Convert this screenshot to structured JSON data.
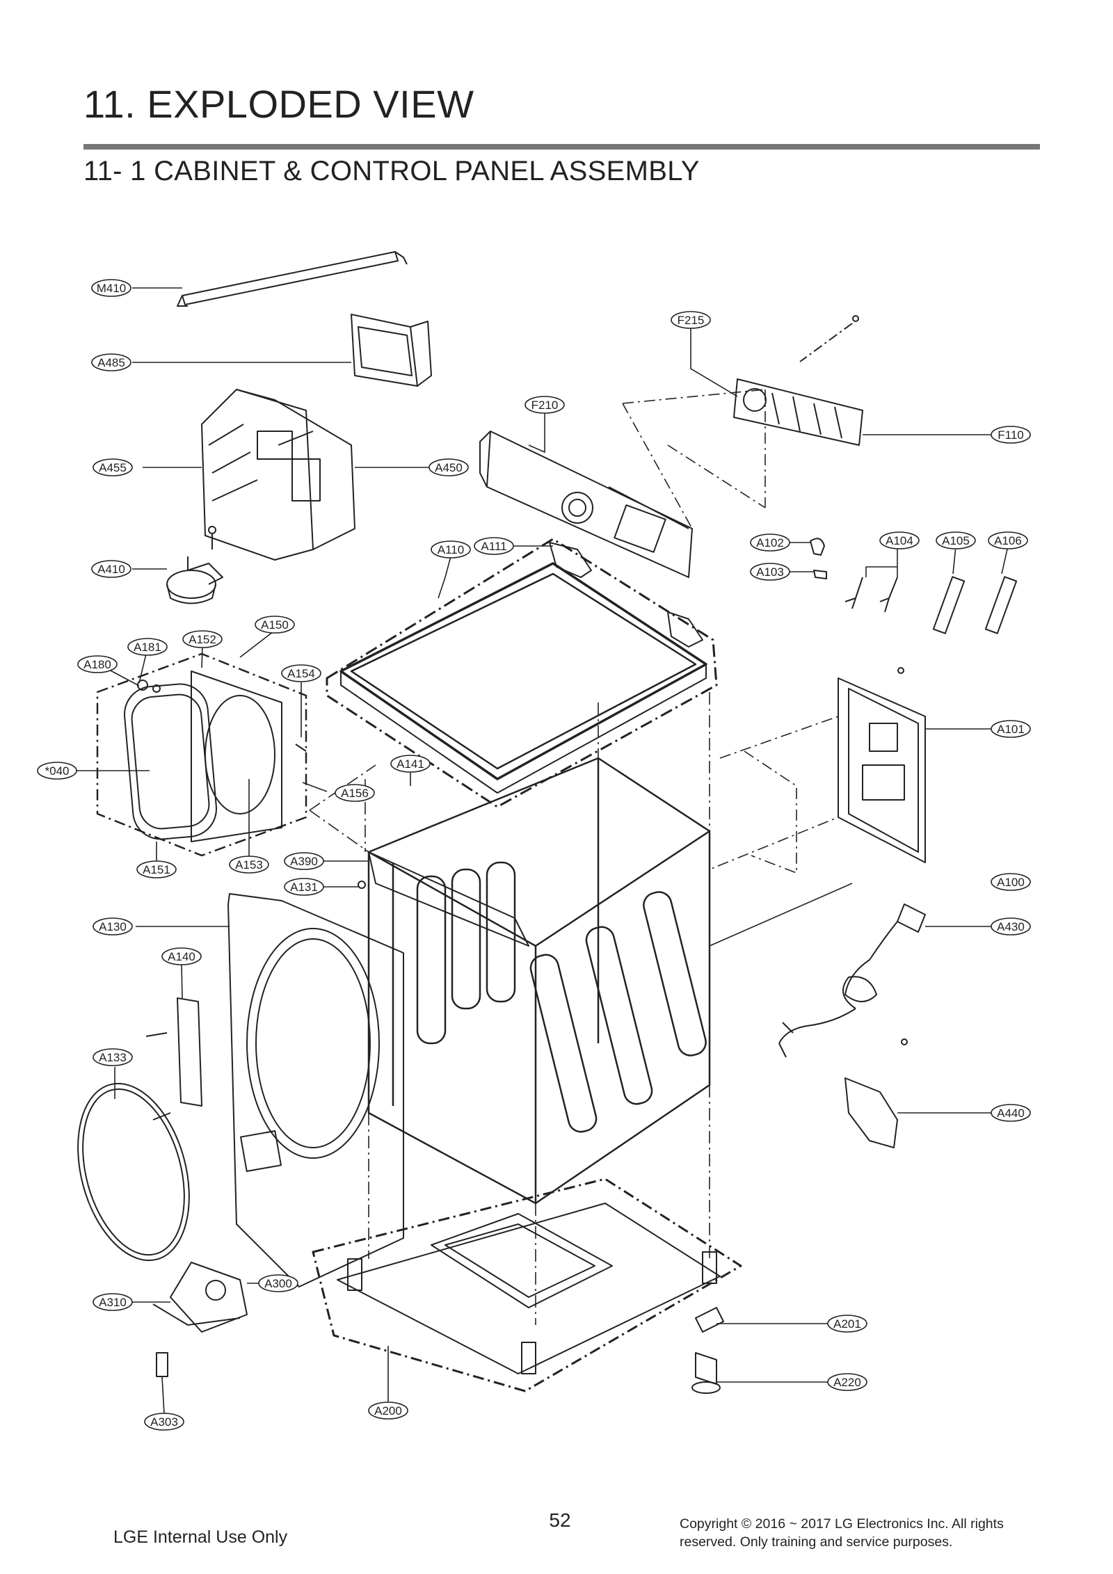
{
  "header": {
    "title": "11. EXPLODED VIEW",
    "section": "11- 1 CABINET  & CONTROL PANEL ASSEMBLY"
  },
  "callouts": [
    {
      "id": "m410",
      "label": "M410"
    },
    {
      "id": "a485",
      "label": "A485"
    },
    {
      "id": "a455",
      "label": "A455"
    },
    {
      "id": "a450",
      "label": "A450"
    },
    {
      "id": "a410",
      "label": "A410"
    },
    {
      "id": "f215",
      "label": "F215"
    },
    {
      "id": "f210",
      "label": "F210"
    },
    {
      "id": "f110",
      "label": "F110"
    },
    {
      "id": "a110",
      "label": "A110"
    },
    {
      "id": "a111",
      "label": "A111"
    },
    {
      "id": "a102",
      "label": "A102"
    },
    {
      "id": "a103",
      "label": "A103"
    },
    {
      "id": "a104",
      "label": "A104"
    },
    {
      "id": "a105",
      "label": "A105"
    },
    {
      "id": "a106",
      "label": "A106"
    },
    {
      "id": "a150",
      "label": "A150"
    },
    {
      "id": "a152",
      "label": "A152"
    },
    {
      "id": "a181",
      "label": "A181"
    },
    {
      "id": "a180",
      "label": "A180"
    },
    {
      "id": "a154",
      "label": "A154"
    },
    {
      "id": "a040",
      "label": "*040"
    },
    {
      "id": "a141",
      "label": "A141"
    },
    {
      "id": "a156",
      "label": "A156"
    },
    {
      "id": "a101",
      "label": "A101"
    },
    {
      "id": "a151",
      "label": "A151"
    },
    {
      "id": "a153",
      "label": "A153"
    },
    {
      "id": "a390",
      "label": "A390"
    },
    {
      "id": "a131",
      "label": "A131"
    },
    {
      "id": "a100",
      "label": "A100"
    },
    {
      "id": "a130",
      "label": "A130"
    },
    {
      "id": "a430",
      "label": "A430"
    },
    {
      "id": "a140",
      "label": "A140"
    },
    {
      "id": "a133",
      "label": "A133"
    },
    {
      "id": "a440",
      "label": "A440"
    },
    {
      "id": "a300",
      "label": "A300"
    },
    {
      "id": "a310",
      "label": "A310"
    },
    {
      "id": "a201",
      "label": "A201"
    },
    {
      "id": "a220",
      "label": "A220"
    },
    {
      "id": "a200",
      "label": "A200"
    },
    {
      "id": "a303",
      "label": "A303"
    }
  ],
  "footer": {
    "left": "LGE Internal Use Only",
    "page": "52",
    "copyright_line1": "Copyright © 2016 ~ 2017 LG Electronics Inc. All rights",
    "copyright_line2": "reserved. Only training and service purposes."
  }
}
